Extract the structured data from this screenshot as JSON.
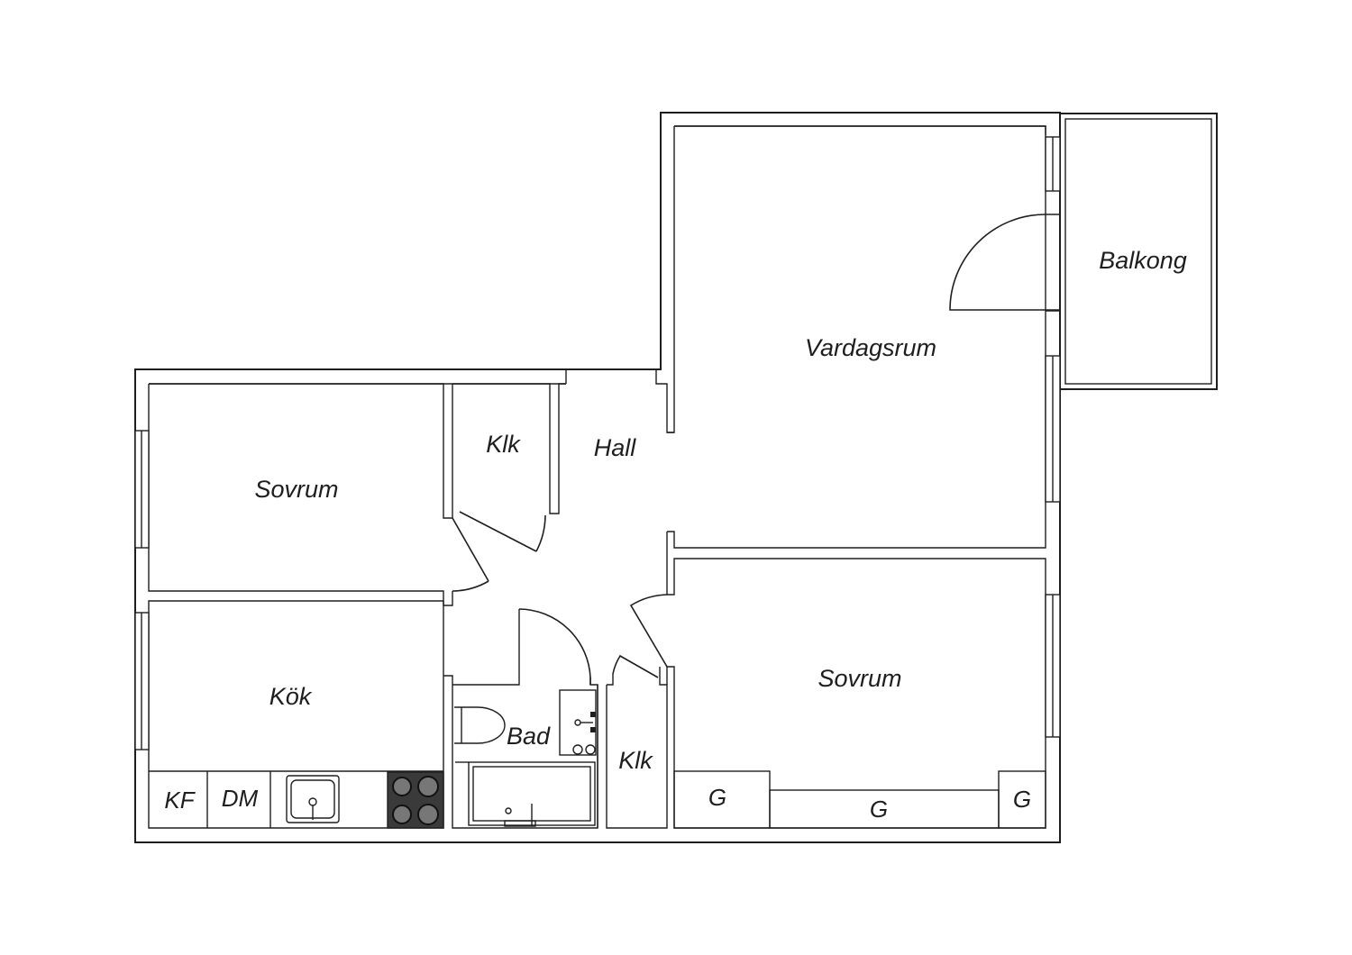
{
  "rooms": {
    "vardagsrum": "Vardagsrum",
    "balkong": "Balkong",
    "sovrum_left": "Sovrum",
    "sovrum_right": "Sovrum",
    "klk_top": "Klk",
    "hall": "Hall",
    "kok": "Kök",
    "bad": "Bad",
    "klk_bottom": "Klk"
  },
  "fixtures": {
    "kf": "KF",
    "dm": "DM",
    "g_left": "G",
    "g_middle": "G",
    "g_right": "G"
  },
  "colors": {
    "line": "#1e1e1e",
    "background": "#ffffff",
    "stove": "#3a3a3a"
  }
}
